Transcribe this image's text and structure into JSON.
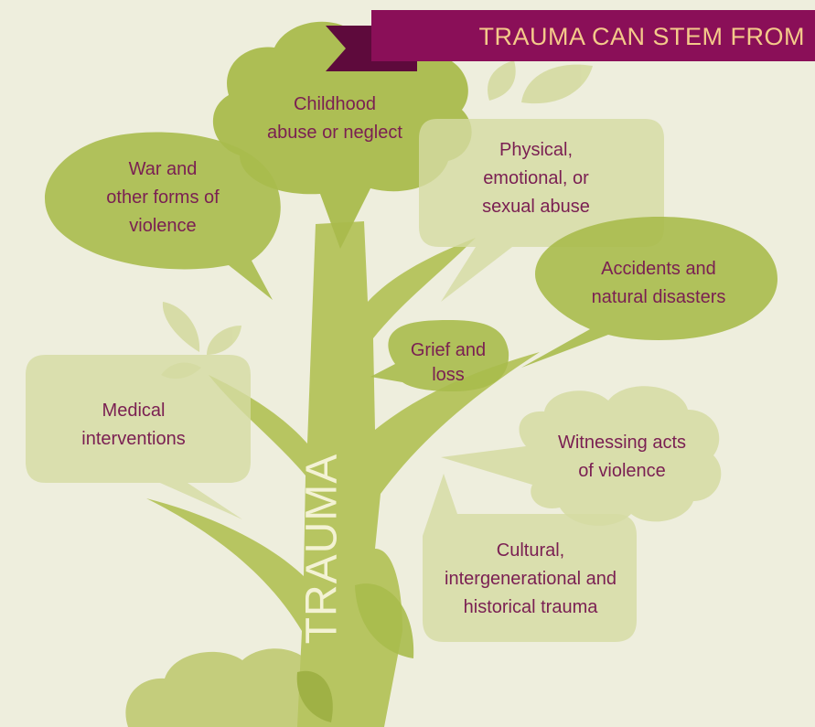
{
  "banner": {
    "title": "TRAUMA CAN STEM FROM"
  },
  "trunk": {
    "label": "TRAUMA"
  },
  "labels": {
    "childhood": [
      "Childhood",
      "abuse or neglect"
    ],
    "war": [
      "War and",
      "other forms of",
      "violence"
    ],
    "physical": [
      "Physical,",
      "emotional, or",
      "sexual abuse"
    ],
    "accidents": [
      "Accidents and",
      "natural disasters"
    ],
    "grief": [
      "Grief and",
      "loss"
    ],
    "medical": [
      "Medical",
      "interventions"
    ],
    "witnessing": [
      "Witnessing acts",
      "of violence"
    ],
    "cultural": [
      "Cultural,",
      "intergenerational and",
      "historical trauma"
    ]
  },
  "colors": {
    "background": "#eeeedd",
    "banner": "#8a0f58",
    "banner_dark": "#5e0a3c",
    "banner_text": "#f4c98a",
    "label_text": "#7a1f52",
    "tree": "#b7c561",
    "bubble_strong": "#a9bb4c",
    "bubble_light": "#d5dba2"
  }
}
